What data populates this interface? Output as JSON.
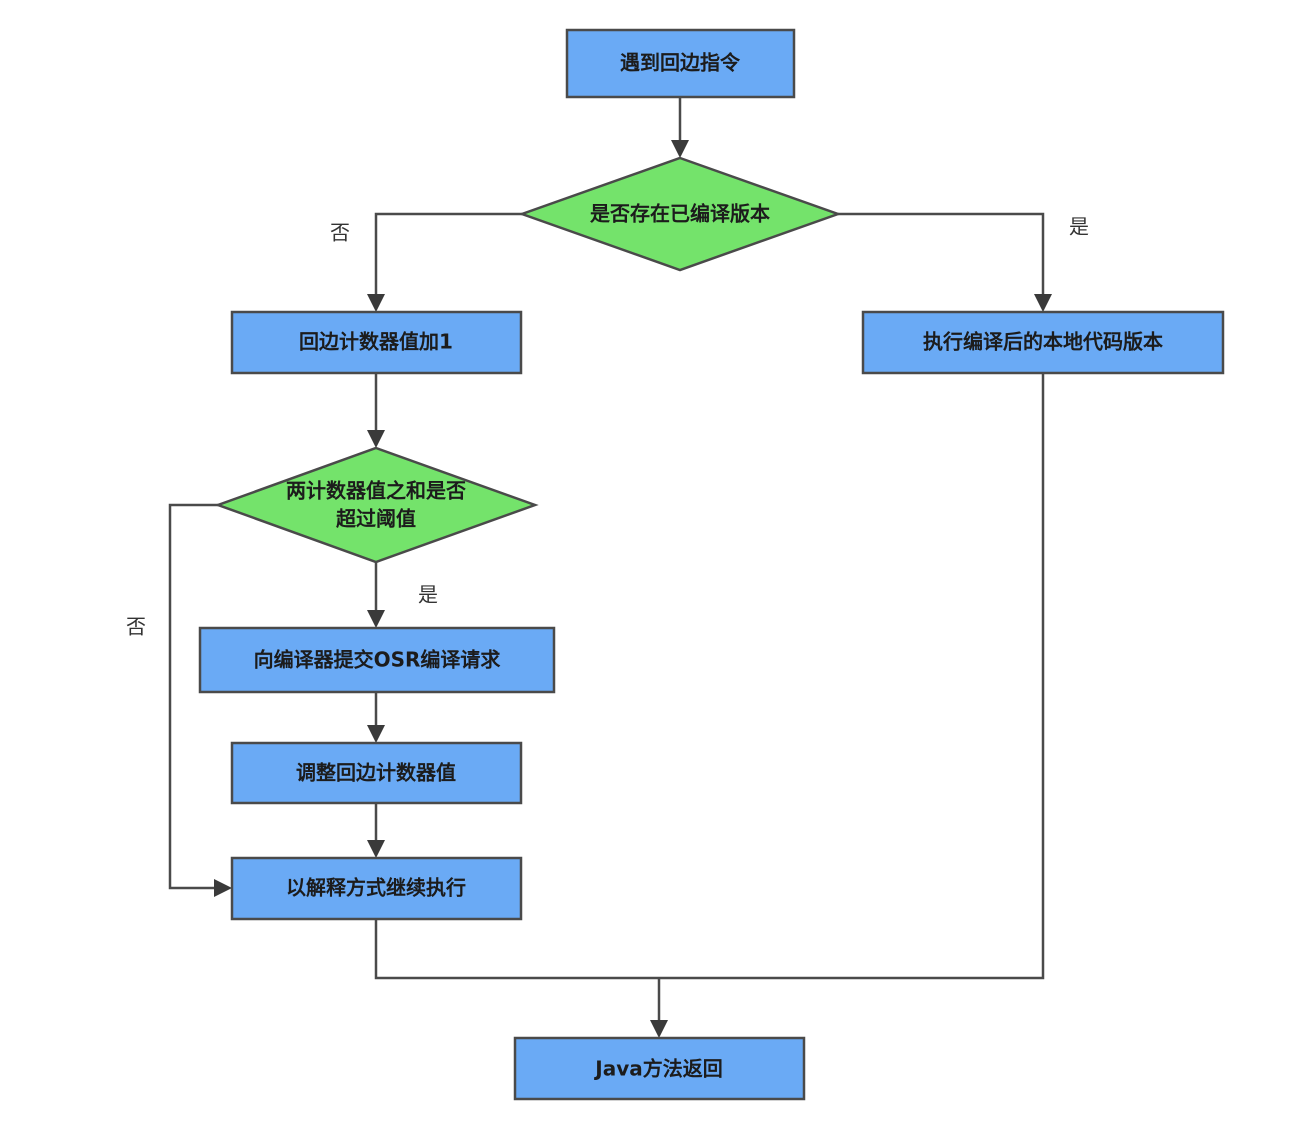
{
  "nodes": {
    "start": "遇到回边指令",
    "check_compiled": "是否存在已编译版本",
    "increment_counter": "回边计数器值加1",
    "execute_native": "执行编译后的本地代码版本",
    "check_threshold_line1": "两计数器值之和是否",
    "check_threshold_line2": "超过阈值",
    "submit_osr": "向编译器提交OSR编译请求",
    "adjust_counter": "调整回边计数器值",
    "interpret": "以解释方式继续执行",
    "return": "Java方法返回"
  },
  "edge_labels": {
    "compiled_no": "否",
    "compiled_yes": "是",
    "threshold_yes": "是",
    "threshold_no": "否"
  },
  "colors": {
    "process_fill": "#6aaaf5",
    "decision_fill": "#74e36b",
    "stroke": "#4a4a4a"
  }
}
